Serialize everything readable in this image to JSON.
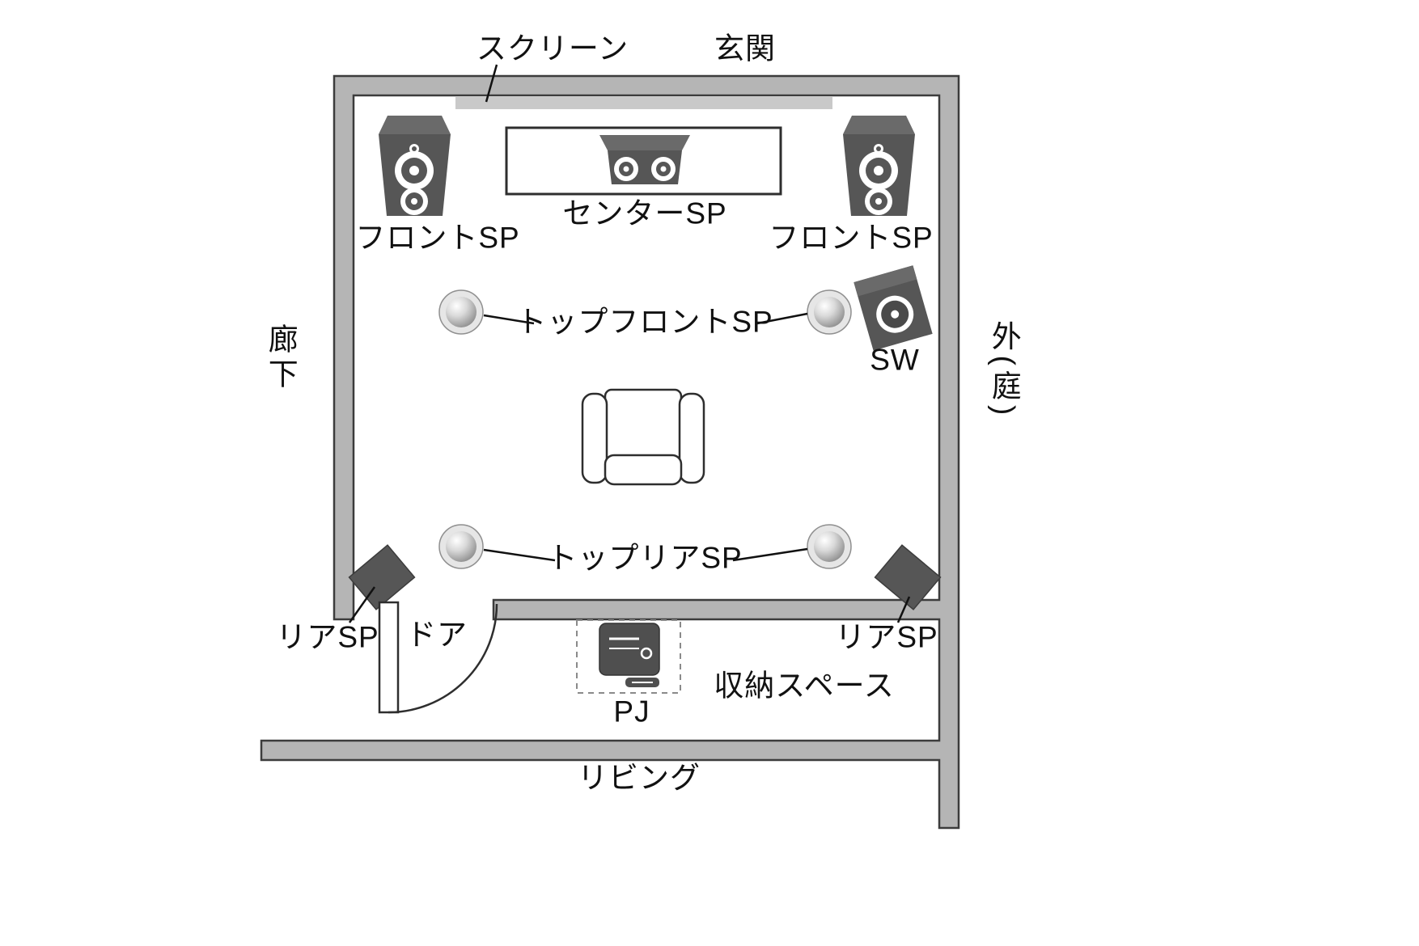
{
  "page": {
    "background": "#ffffff"
  },
  "diagram": {
    "type": "floor-plan",
    "subject": "home-theater-speaker-layout",
    "labels": {
      "screen": "スクリーン",
      "entrance": "玄関",
      "front_sp_left": "フロントSP",
      "center_sp": "センターSP",
      "front_sp_right": "フロントSP",
      "top_front_sp": "トップフロントSP",
      "subwoofer": "SW",
      "corridor": "廊下",
      "outside_garden": "外(庭)",
      "top_rear_sp": "トップリアSP",
      "rear_sp_left": "リアSP",
      "door": "ドア",
      "rear_sp_right": "リアSP",
      "storage": "収納スペース",
      "projector": "PJ",
      "living": "リビング"
    },
    "colors": {
      "wall_fill": "#b5b5b5",
      "wall_stroke": "#3c3c3c",
      "speaker_dark": "#565656",
      "speaker_top": "#6a6a6a",
      "screen_fill": "#c9c9c9",
      "outline": "#2e2e2e",
      "text": "#111111"
    }
  }
}
